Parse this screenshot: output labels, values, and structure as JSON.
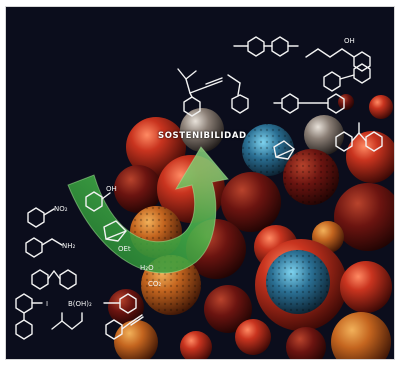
{
  "figure": {
    "caption": "SOSTENIBILIDAD"
  },
  "labels": {
    "water": "H₂O",
    "co2": "CO₂",
    "hydroxyl": "OH",
    "no2": "NO₂",
    "nh2": "NH₂",
    "iodine_group": "I",
    "boronic_group": "B(OH)₂",
    "oet": "OEt"
  },
  "colors": {
    "background": "#0b0d1c",
    "sphere_red": "#b5281d",
    "sphere_orange": "#c4651f",
    "sphere_dark_red": "#6b1410",
    "sphere_blue": "#2a6f93",
    "arrow_green": "#3aa640",
    "chem_white": "#f2f2f2"
  }
}
